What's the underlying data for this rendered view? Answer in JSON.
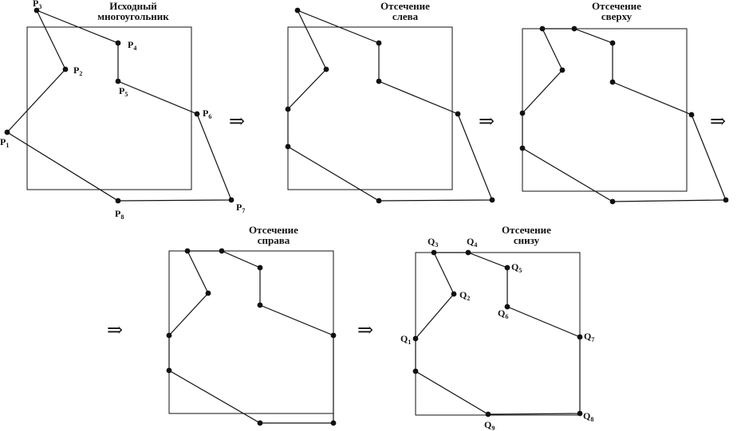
{
  "panels": [
    {
      "id": "original",
      "title_lines": [
        "Исходный",
        "многоугольник"
      ],
      "polygon": [
        [
          9,
          166
        ],
        [
          82,
          87
        ],
        [
          46,
          13
        ],
        [
          148,
          54
        ],
        [
          148,
          102
        ],
        [
          247,
          143
        ],
        [
          290,
          251
        ],
        [
          148,
          252
        ]
      ],
      "vertex_labels": [
        {
          "base": "P",
          "sub": "1"
        },
        {
          "base": "P",
          "sub": "2"
        },
        {
          "base": "P",
          "sub": "3"
        },
        {
          "base": "P",
          "sub": "4"
        },
        {
          "base": "P",
          "sub": "5"
        },
        {
          "base": "P",
          "sub": "6"
        },
        {
          "base": "P",
          "sub": "7"
        },
        {
          "base": "P",
          "sub": "8"
        }
      ]
    },
    {
      "id": "clip-left",
      "title_lines": [
        "Отсечение",
        "слева"
      ],
      "polygon": [
        [
          361,
          137
        ],
        [
          409,
          87
        ],
        [
          373,
          13
        ],
        [
          475,
          54
        ],
        [
          475,
          102
        ],
        [
          574,
          143
        ],
        [
          617,
          251
        ],
        [
          475,
          252
        ],
        [
          361,
          184
        ]
      ],
      "vertex_labels": []
    },
    {
      "id": "clip-top",
      "title_lines": [
        "Отсечение",
        "сверху"
      ],
      "polygon": [
        [
          655,
          142
        ],
        [
          705,
          88
        ],
        [
          680,
          36
        ],
        [
          720,
          36
        ],
        [
          768,
          54
        ],
        [
          768,
          103
        ],
        [
          867,
          144
        ],
        [
          910,
          251
        ],
        [
          768,
          253
        ],
        [
          655,
          186
        ]
      ],
      "vertex_labels": []
    },
    {
      "id": "clip-right",
      "title_lines": [
        "Отсечение",
        "справа"
      ],
      "polygon": [
        [
          212,
          421
        ],
        [
          261,
          368
        ],
        [
          235,
          315
        ],
        [
          278,
          315
        ],
        [
          326,
          336
        ],
        [
          326,
          383
        ],
        [
          418,
          421
        ],
        [
          418,
          531
        ],
        [
          326,
          531
        ],
        [
          212,
          465
        ]
      ],
      "vertex_labels": []
    },
    {
      "id": "clip-bottom",
      "title_lines": [
        "Отсечение",
        "снизу"
      ],
      "polygon": [
        [
          521,
          425
        ],
        [
          569,
          369
        ],
        [
          544,
          317
        ],
        [
          587,
          317
        ],
        [
          636,
          336
        ],
        [
          636,
          385
        ],
        [
          727,
          423
        ],
        [
          727,
          519
        ],
        [
          612,
          520
        ],
        [
          521,
          466
        ]
      ],
      "vertex_labels": [
        {
          "base": "Q",
          "sub": "1"
        },
        {
          "base": "Q",
          "sub": "2"
        },
        {
          "base": "Q",
          "sub": "3"
        },
        {
          "base": "Q",
          "sub": "4"
        },
        {
          "base": "Q",
          "sub": "5"
        },
        {
          "base": "Q",
          "sub": "6"
        },
        {
          "base": "Q",
          "sub": "7"
        },
        {
          "base": "Q",
          "sub": "8"
        },
        {
          "base": "Q",
          "sub": "9"
        },
        null
      ]
    }
  ],
  "arrow_symbol": "⇒"
}
